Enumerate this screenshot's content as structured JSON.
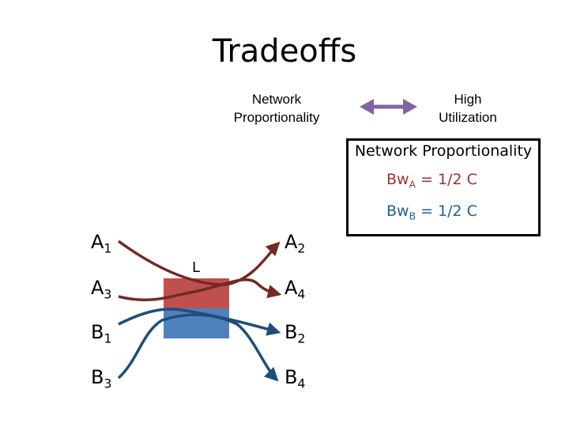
{
  "title": "Tradeoffs",
  "tradeoff": {
    "left_line1": "Network",
    "left_line2": "Proportionality",
    "right_line1": "High",
    "right_line2": "Utilization"
  },
  "callout": {
    "title": "Network Proportionality",
    "bw_a_prefix": "Bw",
    "bw_a_sub": "A",
    "bw_a_value": " = 1/2 C",
    "bw_b_prefix": "Bw",
    "bw_b_sub": "B",
    "bw_b_value": " = 1/2 C"
  },
  "link_label": "L",
  "nodes": {
    "a1": {
      "letter": "A",
      "sub": "1"
    },
    "a2": {
      "letter": "A",
      "sub": "2"
    },
    "a3": {
      "letter": "A",
      "sub": "3"
    },
    "a4": {
      "letter": "A",
      "sub": "4"
    },
    "b1": {
      "letter": "B",
      "sub": "1"
    },
    "b2": {
      "letter": "B",
      "sub": "2"
    },
    "b3": {
      "letter": "B",
      "sub": "3"
    },
    "b4": {
      "letter": "B",
      "sub": "4"
    }
  },
  "colors": {
    "a_flow": "#722a26",
    "b_flow": "#1f4e79",
    "link_top": "#c0504d",
    "link_bottom": "#4f81bd",
    "double_arrow": "#8064a2"
  }
}
